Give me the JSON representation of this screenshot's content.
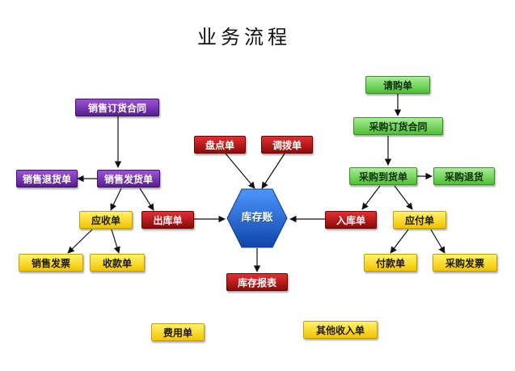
{
  "title": "业务流程",
  "nodes": {
    "xiaoshou_dinghuo": "销售订货合同",
    "xiaoshou_tuihuo": "销售退货单",
    "xiaoshou_fahuo": "销售发货单",
    "yingshou": "应收单",
    "xiaoshou_fapiao": "销售发票",
    "shoukuan": "收款单",
    "chuku": "出库单",
    "pandian": "盘点单",
    "diaobo": "调拨单",
    "kucun_zhang": "库存账",
    "kucun_baobiao": "库存报表",
    "ruku": "入库单",
    "qinggou": "请购单",
    "caigou_dinghuo": "采购订货合同",
    "caigou_daohuo": "采购到货单",
    "caigou_tuihuo": "采购退货",
    "yingfu": "应付单",
    "fukuan": "付款单",
    "caigou_fapiao": "采购发票",
    "feiyong": "费用单",
    "qita_shouru": "其他收入单"
  },
  "colors": {
    "sales": "#6a2aa8",
    "inventory": "#b31212",
    "purchase": "#5fcf45",
    "finance": "#ffd400",
    "hub": "#1e63c8",
    "arrow": "#111111"
  }
}
